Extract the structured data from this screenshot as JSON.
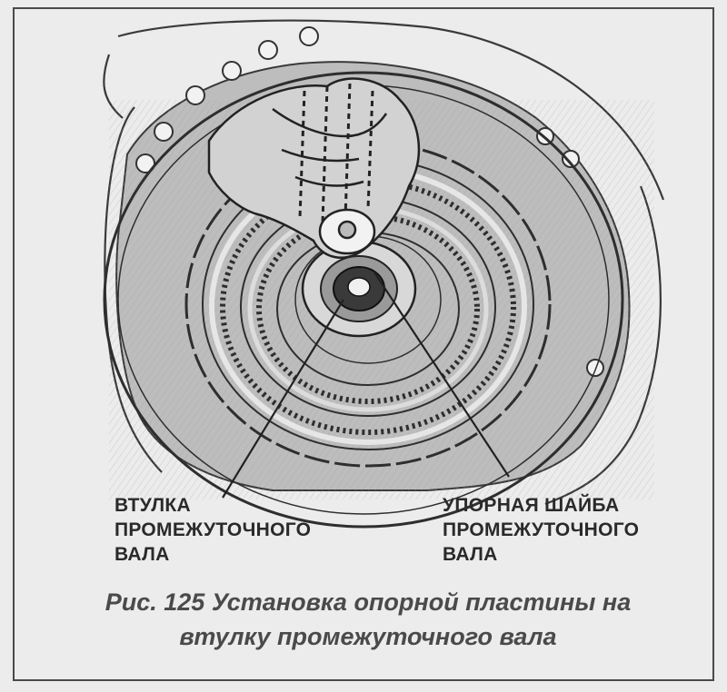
{
  "labels": {
    "left": [
      "ВТУЛКА",
      "ПРОМЕЖУТОЧНОГО",
      "ВАЛА"
    ],
    "right": [
      "УПОРНАЯ ШАЙБА",
      "ПРОМЕЖУТОЧНОГО",
      "ВАЛА"
    ]
  },
  "caption": {
    "line1": "Рис. 125 Установка опорной пластины на",
    "line2": "втулку промежуточного вала"
  },
  "colors": {
    "background": "#ececec",
    "ink": "#2a2a2a",
    "caption": "#4a4a4a"
  }
}
